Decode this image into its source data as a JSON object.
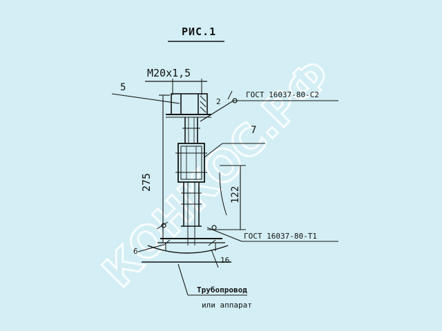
{
  "figure": {
    "title": "РИС.1",
    "thread_label": "M20x1,5",
    "callouts": {
      "item5": "5",
      "item7": "7",
      "item2": "2",
      "item6": "6"
    },
    "dimensions": {
      "length_275": "275",
      "length_122": "122",
      "width_16": "16"
    },
    "standards": {
      "top": "ГОСТ 16037-80-С2",
      "bottom": "ГОСТ 16037-80-Т1"
    },
    "base_label": {
      "line1": "Трубопровод",
      "line2": "или аппарат"
    }
  },
  "watermark": {
    "text": "КОНКОС.РФ"
  },
  "colors": {
    "background": "#d3eef4",
    "ink": "#111111",
    "watermark": "#ffffff"
  }
}
